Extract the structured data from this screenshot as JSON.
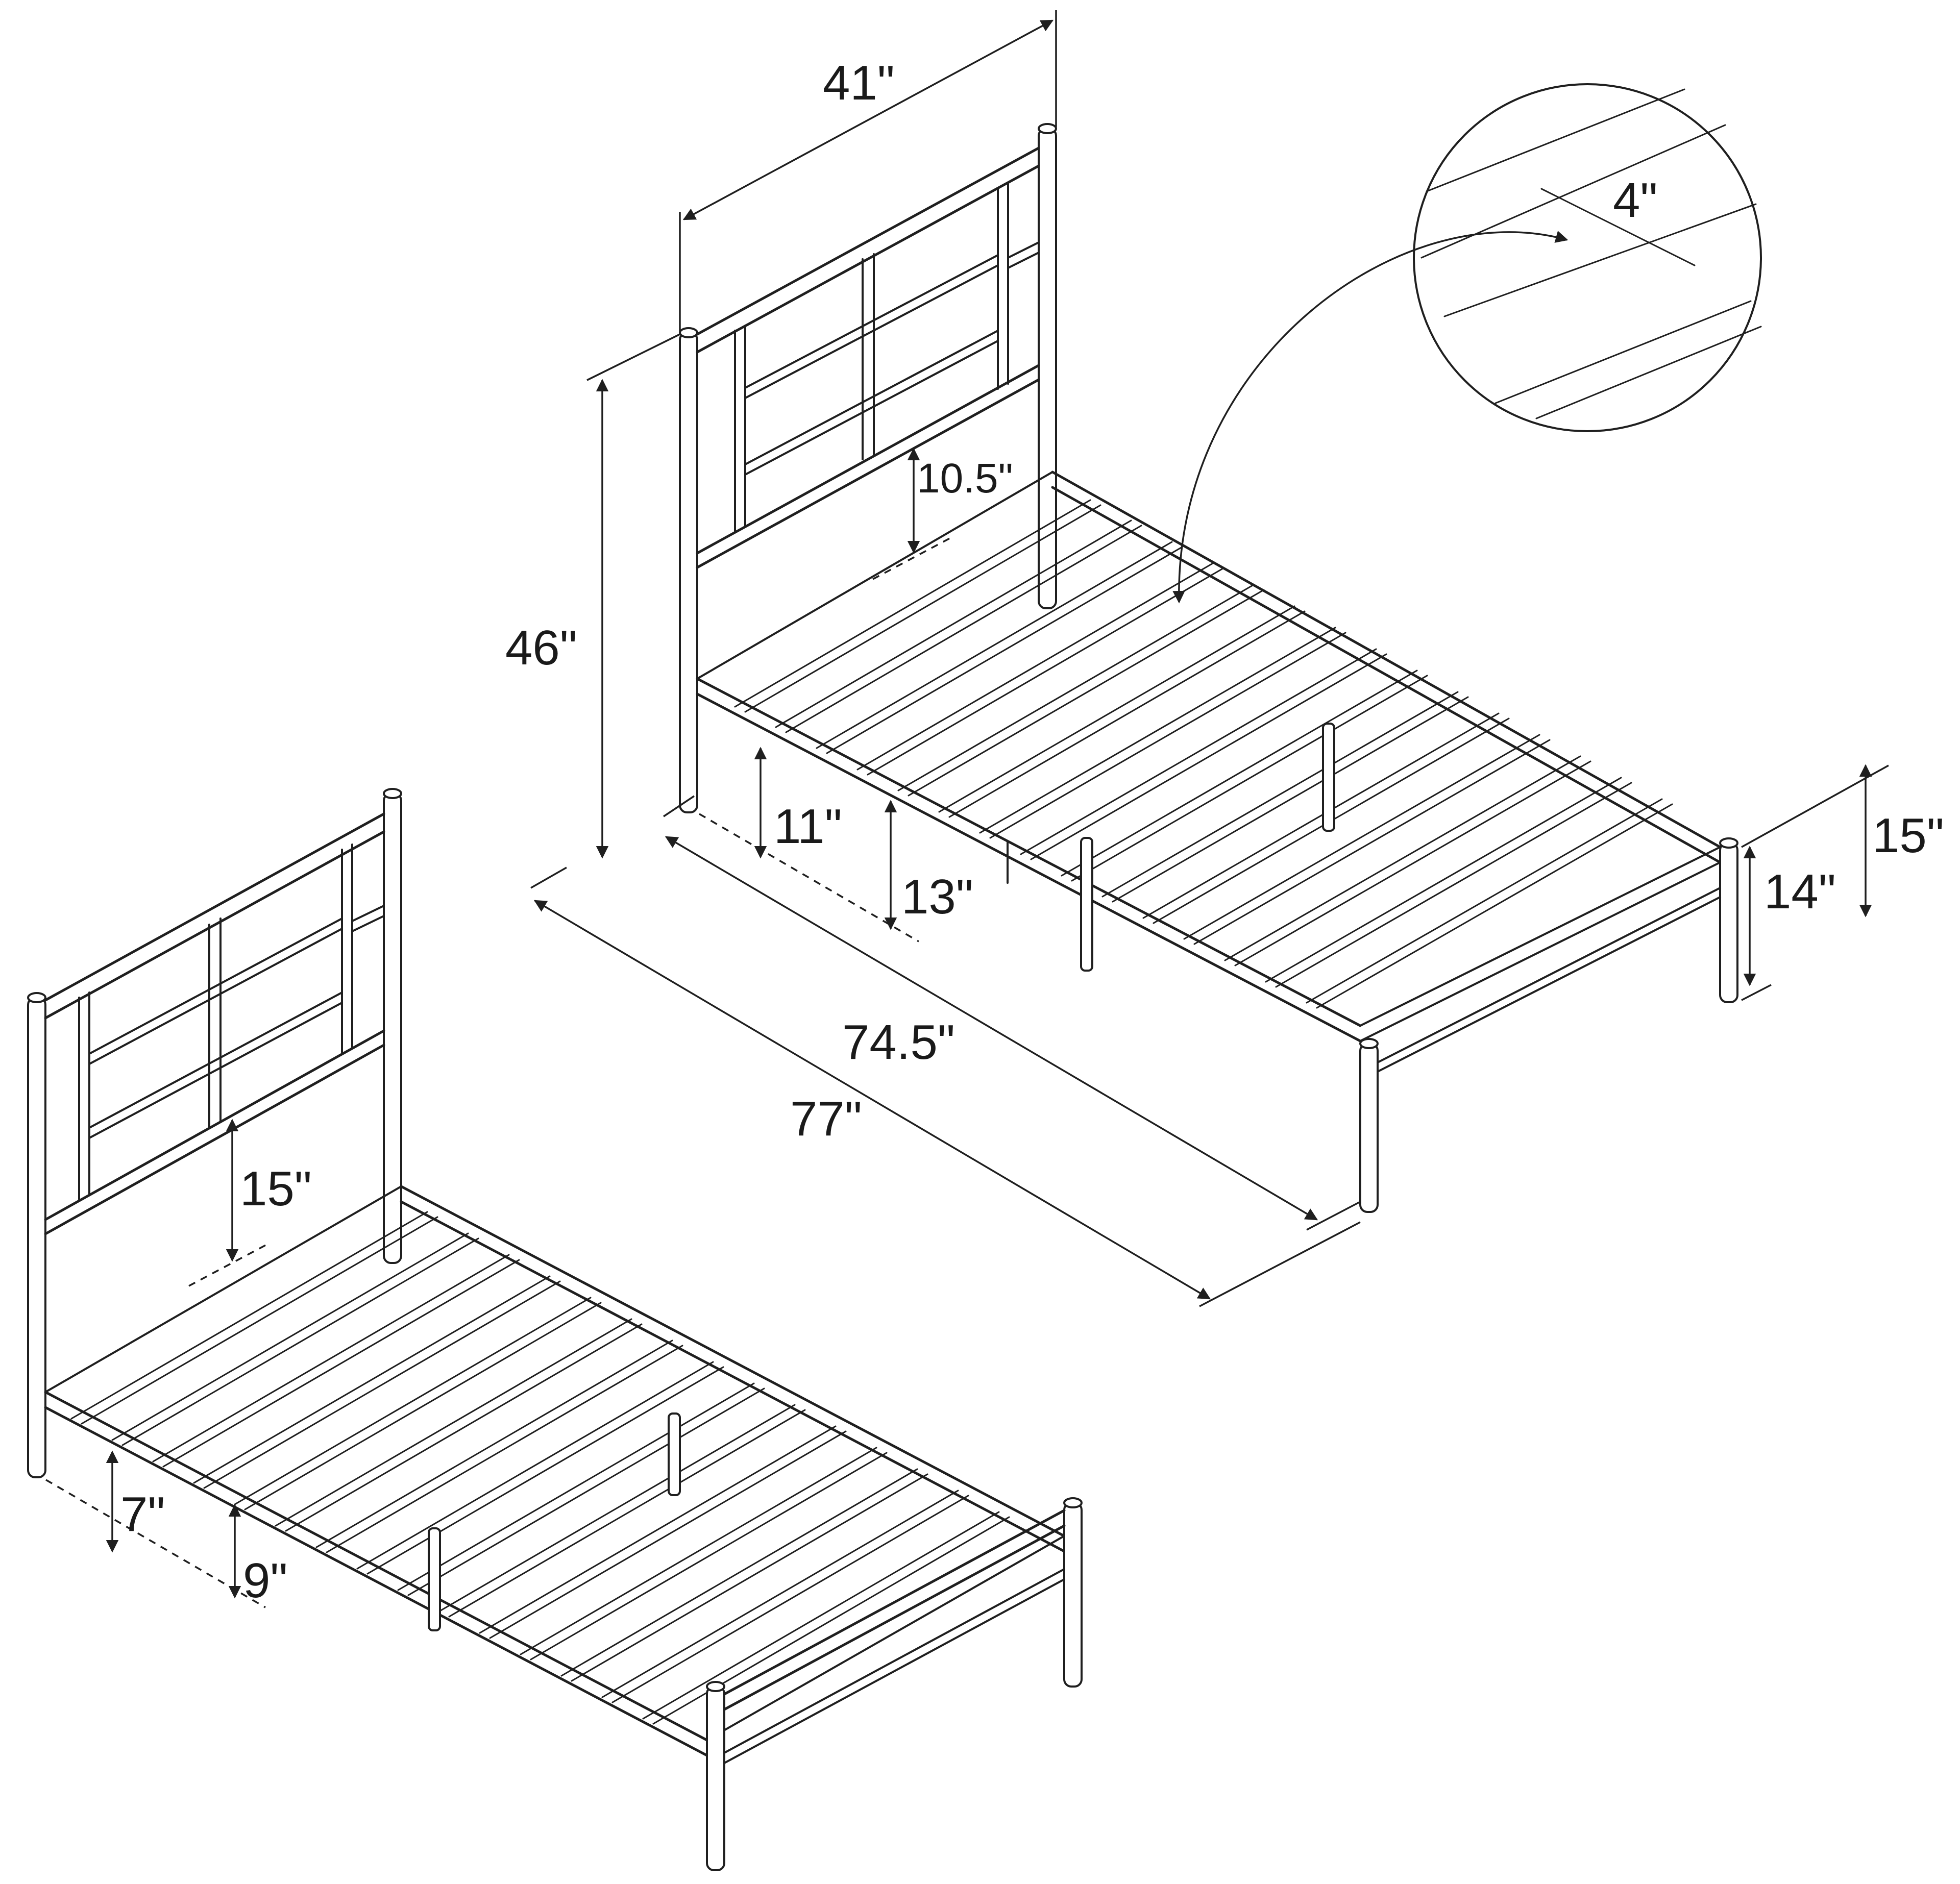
{
  "dimensions": {
    "top_bed": {
      "headboard_width": "41\"",
      "headboard_height": "46\"",
      "headboard_gap": "10.5\"",
      "clearance_rail": "11\"",
      "clearance_floor": "13\"",
      "inner_length": "74.5\"",
      "overall_length": "77\"",
      "footboard_rail": "14\"",
      "footboard_height": "15\""
    },
    "slat_detail": {
      "slat_spacing": "4\""
    },
    "bottom_bed": {
      "headboard_gap": "15\"",
      "clearance_rail": "7\"",
      "clearance_floor": "9\""
    }
  }
}
